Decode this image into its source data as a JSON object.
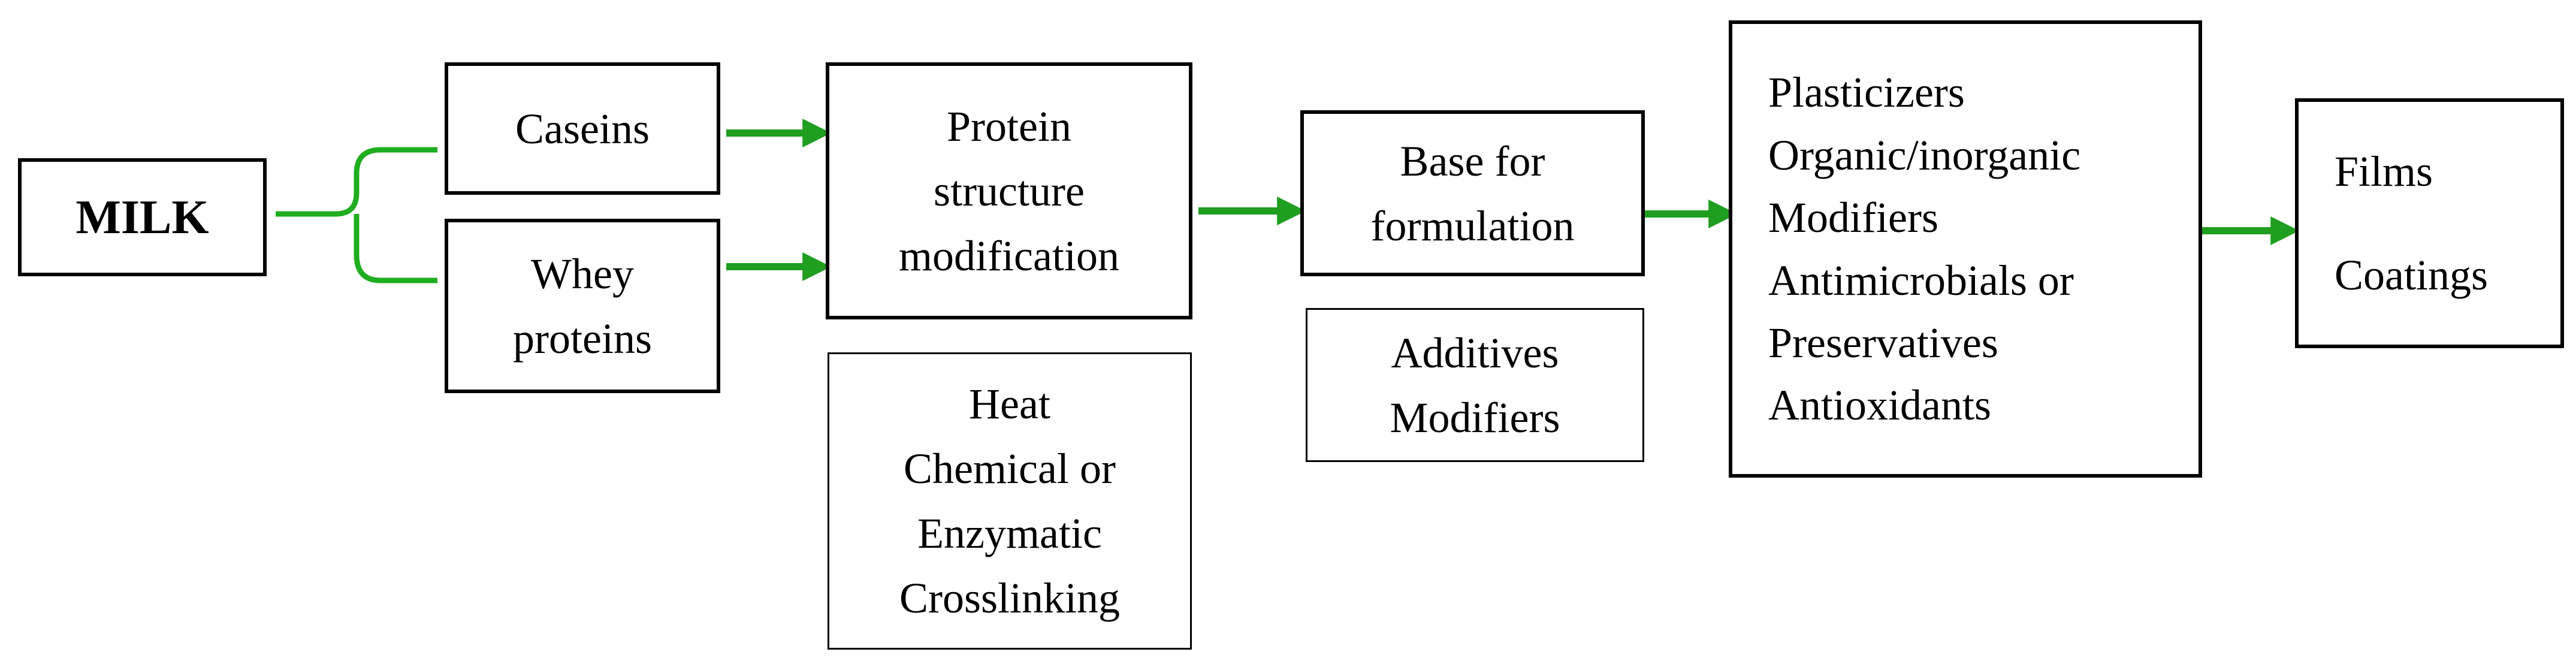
{
  "nodes": {
    "milk": {
      "label": "MILK"
    },
    "caseins": {
      "label": "Caseins"
    },
    "whey": {
      "lines": [
        "Whey",
        "proteins"
      ]
    },
    "protein_mod": {
      "lines": [
        "Protein",
        "structure",
        "modification"
      ]
    },
    "heat": {
      "lines": [
        "Heat",
        "Chemical or",
        "Enzymatic",
        "Crosslinking"
      ]
    },
    "base": {
      "lines": [
        "Base for",
        "formulation"
      ]
    },
    "additives": {
      "lines": [
        "Additives",
        "Modifiers"
      ]
    },
    "plasticizers": {
      "lines": [
        "Plasticizers",
        "Organic/inorganic",
        "Modifiers",
        "Antimicrobials or",
        "Preservatives",
        "Antioxidants"
      ]
    },
    "output": {
      "lines": [
        "Films",
        "Coatings"
      ]
    }
  },
  "colors": {
    "arrow": "#1f9e1f",
    "bracket": "#1fae1f",
    "border": "#000000"
  }
}
